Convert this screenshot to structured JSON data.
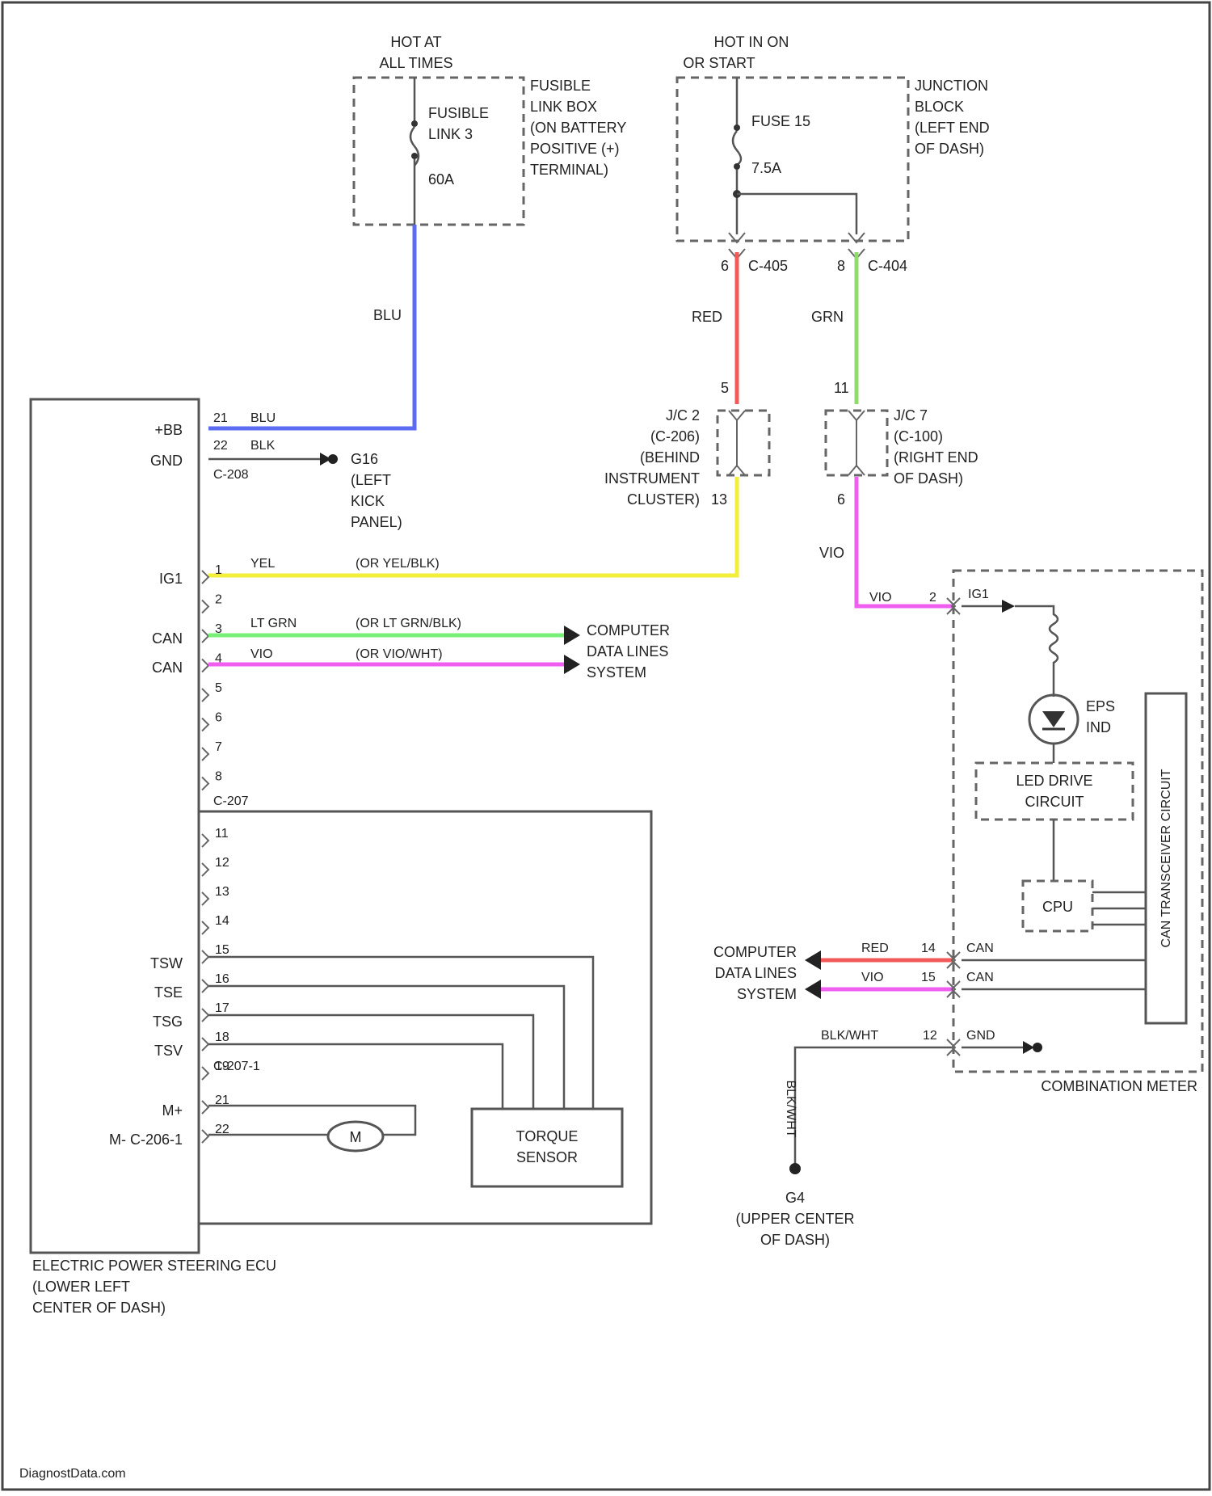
{
  "supplies": {
    "hot_at_all_times": [
      "HOT AT",
      "ALL TIMES"
    ],
    "hot_in_on": [
      "HOT IN ON",
      "OR START"
    ]
  },
  "fusible_link_box": {
    "device": [
      "FUSIBLE",
      "LINK 3"
    ],
    "rating": "60A",
    "location": [
      "FUSIBLE",
      "LINK BOX",
      "(ON BATTERY",
      "POSITIVE (+)",
      "TERMINAL)"
    ]
  },
  "junction_block": {
    "device": "FUSE 15",
    "rating": "7.5A",
    "location": [
      "JUNCTION",
      "BLOCK",
      "(LEFT END",
      "OF DASH)"
    ],
    "conn1": {
      "pin": "6",
      "name": "C-405"
    },
    "conn2": {
      "pin": "8",
      "name": "C-404"
    }
  },
  "wires": {
    "blu": "BLU",
    "red": "RED",
    "grn": "GRN",
    "vio": "VIO"
  },
  "jc2": {
    "pin_top": "5",
    "pin_bottom": "13",
    "label": [
      "J/C 2",
      "(C-206)",
      "(BEHIND",
      "INSTRUMENT",
      "CLUSTER)"
    ]
  },
  "jc7": {
    "pin_top": "11",
    "pin_bottom": "6",
    "label": [
      "J/C 7",
      "(C-100)",
      "(RIGHT END",
      "OF DASH)"
    ]
  },
  "ecu": {
    "pins_upper": [
      {
        "num": "21",
        "name": "+BB",
        "wire": "BLU"
      },
      {
        "num": "22",
        "name": "GND",
        "wire": "BLK"
      }
    ],
    "connector_c208": "C-208",
    "ground_g16": [
      "G16",
      "(LEFT",
      "KICK",
      "PANEL)"
    ],
    "signal_pins": [
      {
        "num": "1",
        "name": "IG1",
        "wire": "YEL",
        "alt": "(OR YEL/BLK)"
      },
      {
        "num": "2"
      },
      {
        "num": "3",
        "name": "CAN",
        "wire": "LT GRN",
        "alt": "(OR LT GRN/BLK)"
      },
      {
        "num": "4",
        "name": "CAN",
        "wire": "VIO",
        "alt": "(OR VIO/WHT)"
      },
      {
        "num": "5"
      },
      {
        "num": "6"
      },
      {
        "num": "7"
      },
      {
        "num": "8"
      }
    ],
    "connector_c207": "C-207",
    "lower_pins": [
      {
        "num": "11"
      },
      {
        "num": "12"
      },
      {
        "num": "13"
      },
      {
        "num": "14"
      },
      {
        "num": "15"
      },
      {
        "num": "16",
        "name": "TSW"
      },
      {
        "num": "17",
        "name": "TSE"
      },
      {
        "num": "18",
        "name": "TSG"
      },
      {
        "num": "19",
        "name": "TSV"
      }
    ],
    "connector_c2071": "C-207-1",
    "motor_pins": [
      {
        "num": "21",
        "name": "M+"
      },
      {
        "num": "22",
        "name": "M- C-206-1"
      }
    ],
    "motor": "M",
    "torque_sensor": [
      "TORQUE",
      "SENSOR"
    ],
    "label": [
      "ELECTRIC POWER STEERING ECU",
      "(LOWER LEFT",
      "CENTER OF DASH)"
    ]
  },
  "cdls_left": [
    "COMPUTER",
    "DATA LINES",
    "SYSTEM"
  ],
  "meter": {
    "ig1_wire": "VIO",
    "ig1_pin": "2",
    "ig1_name": "IG1",
    "lamp": [
      "EPS",
      "IND"
    ],
    "led_drive": [
      "LED DRIVE",
      "CIRCUIT"
    ],
    "cpu": "CPU",
    "can_transceiver": "CAN TRANSCEIVER CIRCUIT",
    "can_pins": [
      {
        "wire": "RED",
        "num": "14",
        "name": "CAN"
      },
      {
        "wire": "VIO",
        "num": "15",
        "name": "CAN"
      }
    ],
    "gnd_pin": {
      "wire": "BLK/WHT",
      "num": "12",
      "name": "GND"
    },
    "cdls_right": [
      "COMPUTER",
      "DATA LINES",
      "SYSTEM"
    ],
    "label": "COMBINATION METER"
  },
  "ground_g4": {
    "wire": "BLK/WHT",
    "label": [
      "G4",
      "(UPPER CENTER",
      "OF DASH)"
    ]
  },
  "footer": "DiagnostData.com",
  "colors": {
    "blu": "#5b6cf0",
    "red": "#f25a5a",
    "grn": "#8fdc6a",
    "yel": "#f2ee3a",
    "ltgrn": "#78f078",
    "vio": "#f05ef0"
  }
}
